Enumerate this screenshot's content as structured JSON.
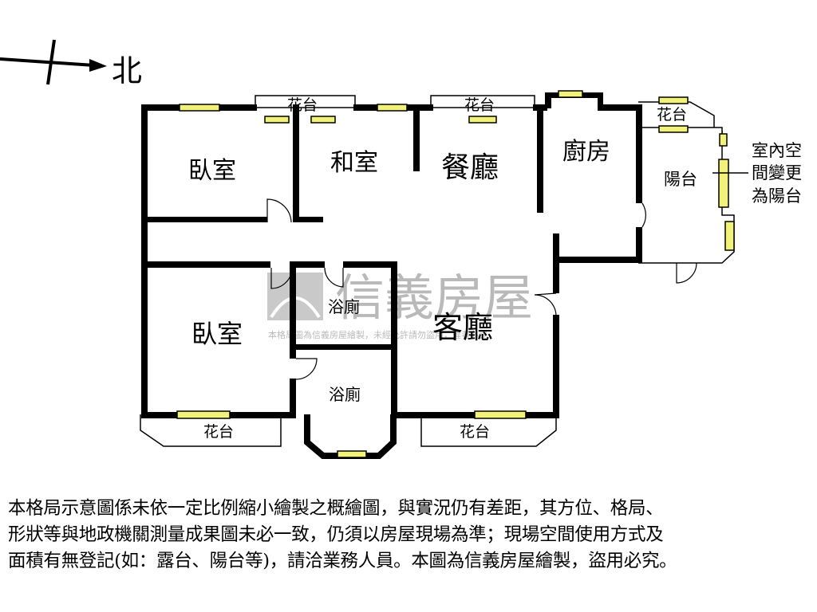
{
  "compass": {
    "label": "北"
  },
  "rooms": {
    "bedroom_top": "臥室",
    "japanese_room": "和室",
    "dining": "餐廳",
    "kitchen": "廚房",
    "balcony": "陽台",
    "bath_top": "浴廁",
    "bath_bottom": "浴廁",
    "bedroom_bottom": "臥室",
    "living": "客廳",
    "planter": "花台"
  },
  "annotation": {
    "line1": "室內空",
    "line2": "間變更",
    "line3": "為陽台"
  },
  "watermark": {
    "brand": "信義房屋",
    "line": "本格局圖為信義房屋繪製，未經允許請勿盜用，違者必究"
  },
  "disclaimer": {
    "line1": "本格局示意圖係未依一定比例縮小繪製之概繪圖，與實況仍有差距，其方位、格局、",
    "line2": "形狀等與地政機關測量成果圖未必一致，仍須以房屋現場為準；現場空間使用方式及",
    "line3": "面積有無登記(如：露台、陽台等)，請洽業務人員。本圖為信義房屋繪製，盜用必究。"
  },
  "colors": {
    "wall": "#000000",
    "window": "#f2f27a",
    "watermark": "#9a9a9a"
  }
}
